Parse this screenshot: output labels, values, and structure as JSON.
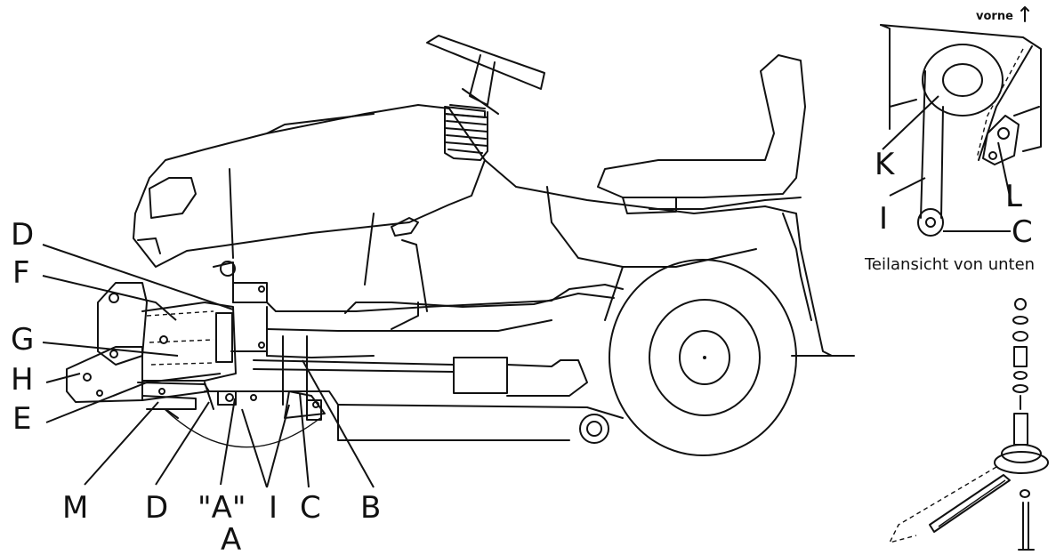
{
  "labels_main": {
    "D_top": "D",
    "F": "F",
    "G": "G",
    "H": "H",
    "E": "E",
    "M": "M",
    "D_bottom": "D",
    "A_quoted": "\"A\"",
    "I": "I",
    "C": "C",
    "B": "B",
    "A": "A"
  },
  "inset_top": {
    "front_label": "vorne",
    "K": "K",
    "L": "L",
    "I": "I",
    "C": "C",
    "caption": "Teilansicht von unten"
  }
}
